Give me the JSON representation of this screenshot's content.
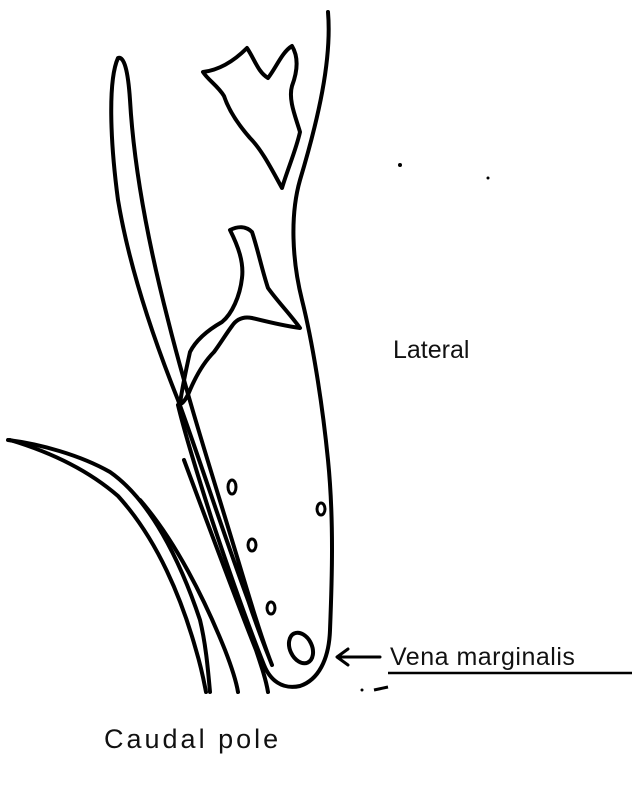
{
  "labels": {
    "lateral": "Lateral",
    "vena_marginalis": "Vena marginalis",
    "caudal_pole": "Caudal pole"
  },
  "colors": {
    "ink": "#000000",
    "background": "#ffffff"
  }
}
